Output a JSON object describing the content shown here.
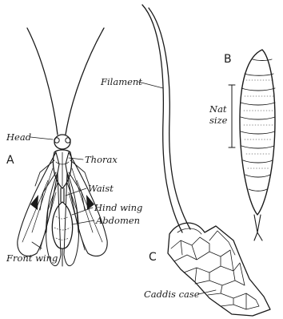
{
  "figure": {
    "panels": {
      "a": "A",
      "b": "B",
      "c": "C"
    },
    "labels": {
      "head": "Head",
      "thorax": "Thorax",
      "waist": "Waist",
      "hind_wing": "Hind wing",
      "abdomen": "Abdomen",
      "front_wing": "Front wing",
      "filament": "Filament",
      "nat": "Nat",
      "size": "size",
      "caddis_case": "Caddis case"
    }
  }
}
